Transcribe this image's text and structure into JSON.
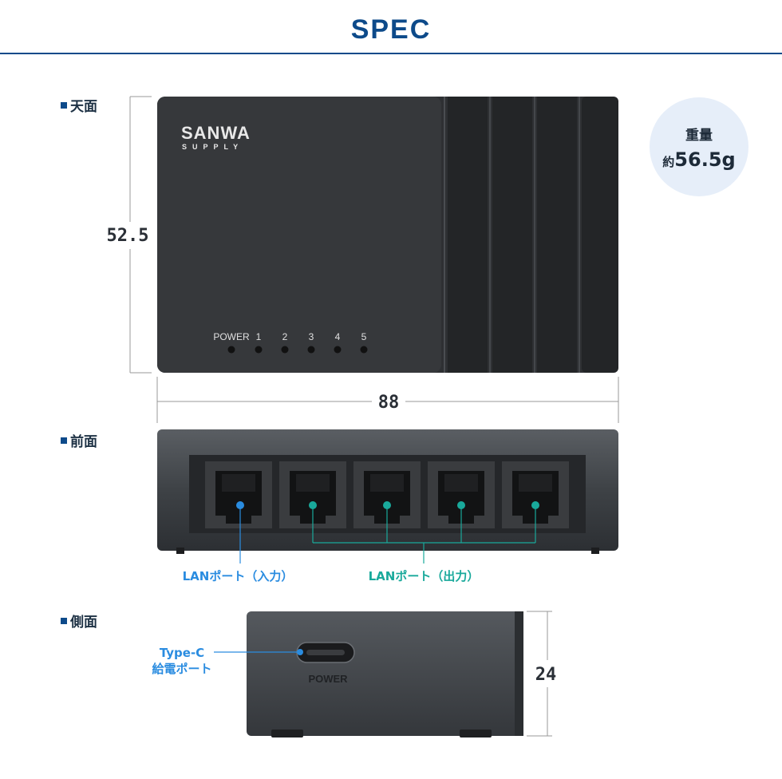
{
  "header": {
    "title": "SPEC"
  },
  "sections": {
    "top": "天面",
    "front": "前面",
    "side": "側面"
  },
  "dimensions": {
    "height": "52.5",
    "width": "88",
    "depth": "24"
  },
  "weight": {
    "label": "重量",
    "prefix": "約",
    "value": "56.5g"
  },
  "device_top": {
    "brand_line1": "SANWA",
    "brand_line2": "SUPPLY",
    "leds": [
      "POWER",
      "1",
      "2",
      "3",
      "4",
      "5"
    ]
  },
  "ports": {
    "input_label": "LANポート（入力）",
    "output_label": "LANポート（出力）"
  },
  "side_panel": {
    "power_label": "POWER",
    "typec_line1": "Type-C",
    "typec_line2": "給電ポート"
  },
  "colors": {
    "accent": "#0d4a8a",
    "input": "#2a8ce0",
    "output": "#19a99b",
    "badge": "#e6eef9"
  }
}
